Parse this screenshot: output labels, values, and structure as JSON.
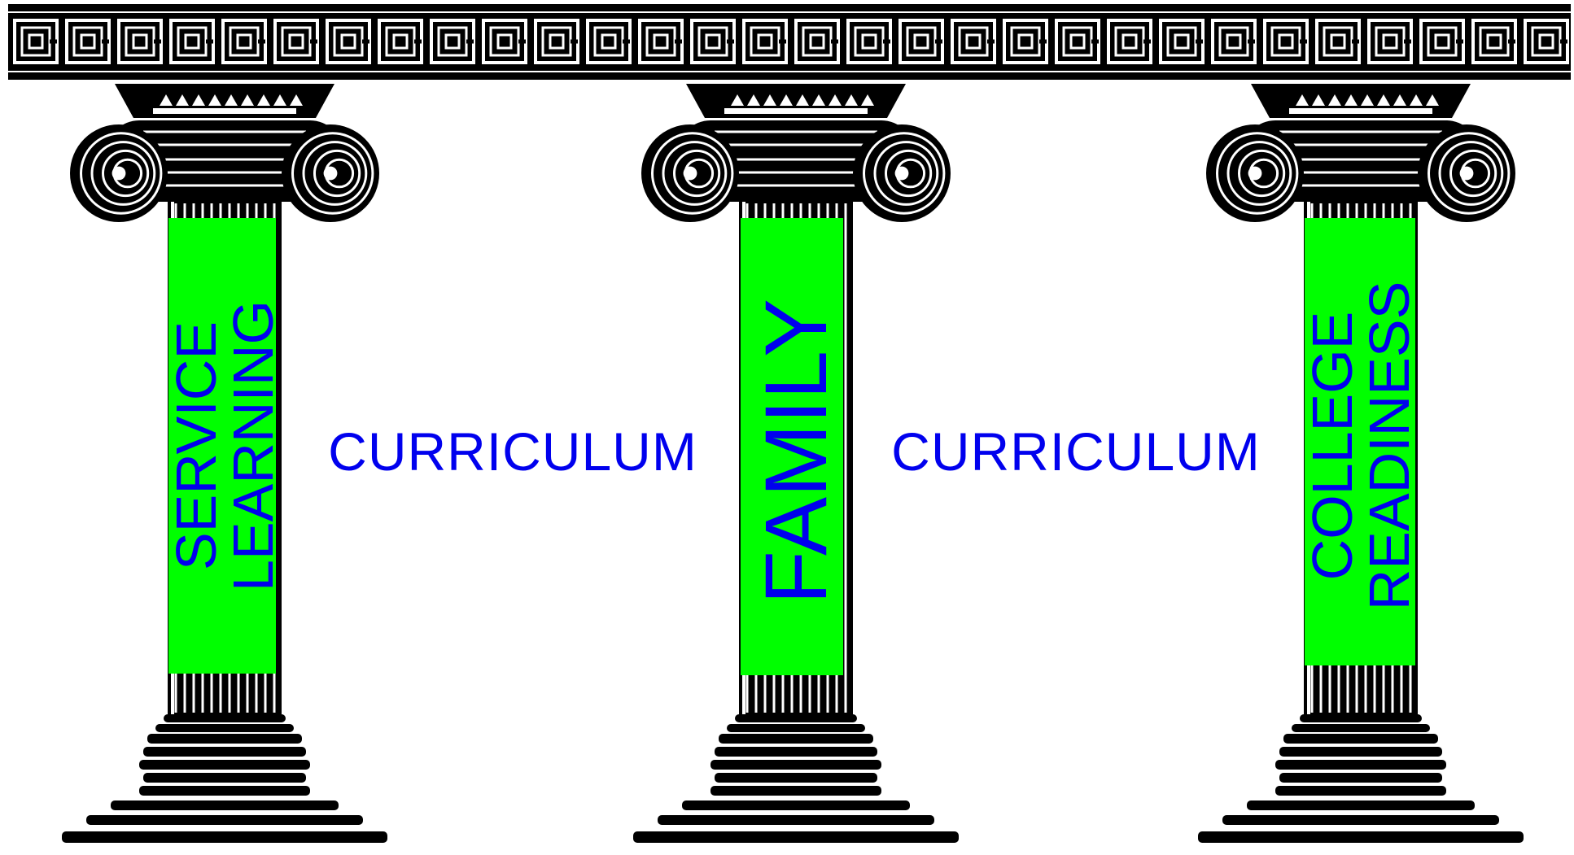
{
  "colors": {
    "ink": "#000000",
    "background": "#ffffff",
    "pillar_panel": "#00ff00",
    "text": "#0000ee"
  },
  "frieze": {
    "pattern": "greek-key"
  },
  "pillars": [
    {
      "lines": [
        "SERVICE",
        "LEARNING"
      ]
    },
    {
      "lines": [
        "FAMILY"
      ]
    },
    {
      "lines": [
        "COLLEGE",
        "READINESS"
      ]
    }
  ],
  "connectors": [
    "CURRICULUM",
    "CURRICULUM"
  ]
}
